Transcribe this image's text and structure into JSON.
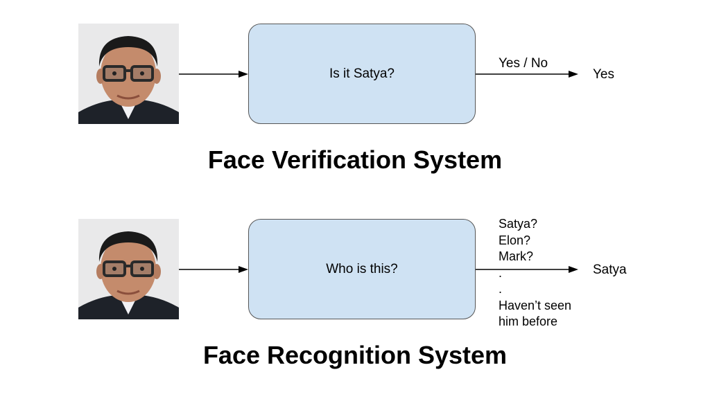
{
  "verification": {
    "question": "Is it Satya?",
    "output_label": "Yes / No",
    "result": "Yes",
    "title": "Face Verification System"
  },
  "recognition": {
    "question": "Who is this?",
    "options": [
      "Satya?",
      "Elon?",
      "Mark?",
      ".",
      ".",
      "Haven’t seen",
      "him before"
    ],
    "result": "Satya",
    "title": "Face Recognition System"
  },
  "colors": {
    "box_fill": "#cfe2f3",
    "box_border": "#555555"
  }
}
